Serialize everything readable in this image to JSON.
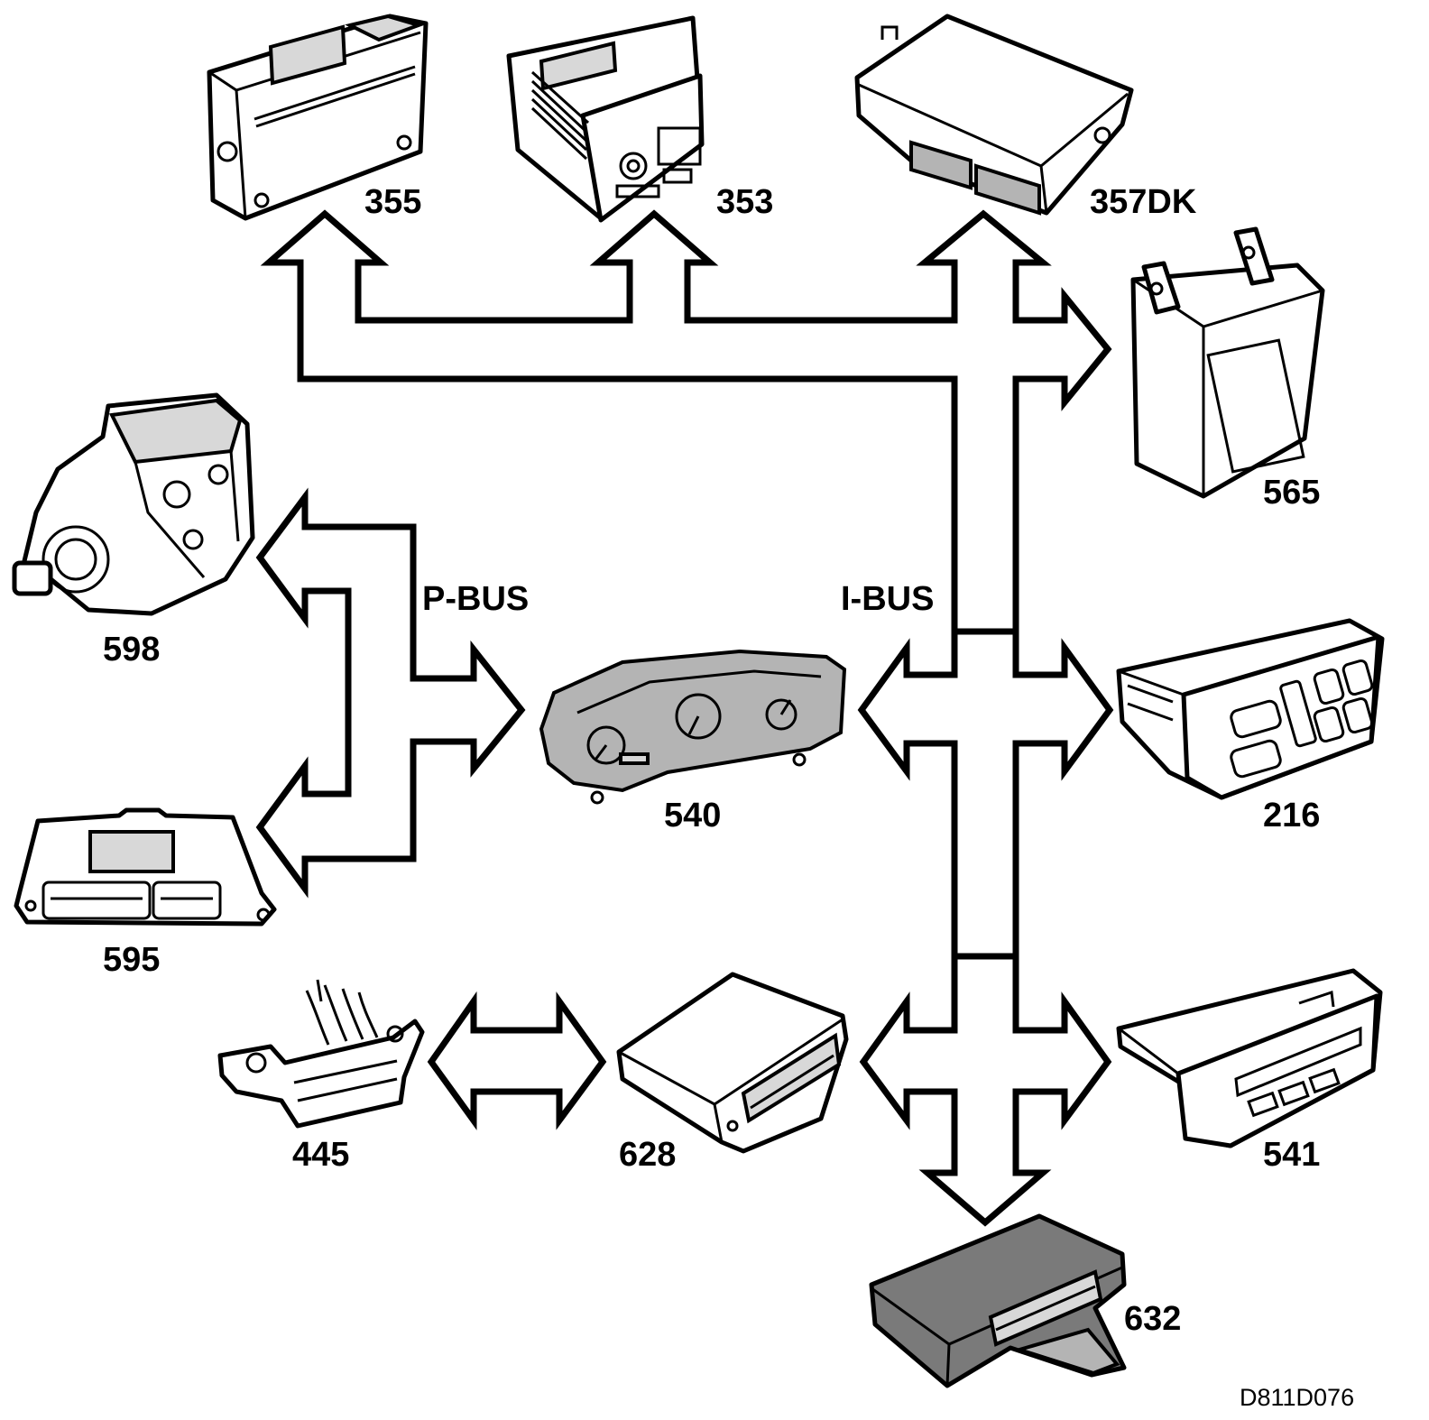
{
  "buses": {
    "pbus": "P-BUS",
    "ibus": "I-BUS"
  },
  "components": {
    "c355": "355",
    "c353": "353",
    "c357dk": "357DK",
    "c565": "565",
    "c598": "598",
    "c595": "595",
    "c540": "540",
    "c216": "216",
    "c445": "445",
    "c628": "628",
    "c541": "541",
    "c632": "632"
  },
  "reference": "D811D076"
}
